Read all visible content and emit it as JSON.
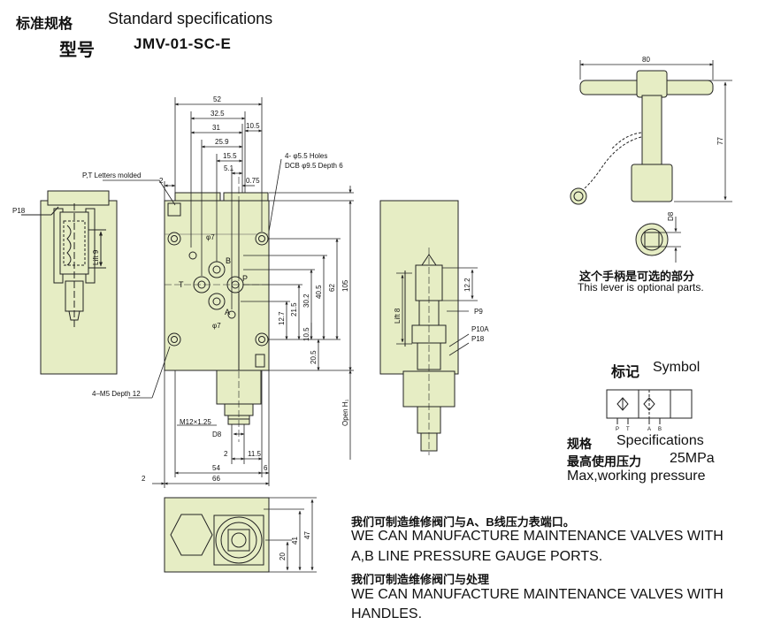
{
  "header": {
    "title_cn": "标准规格",
    "title_en": "Standard specifications",
    "model_label_cn": "型号",
    "model": "JMV-01-SC-E"
  },
  "colors": {
    "body_fill": "#e6edc4",
    "line": "#222222"
  },
  "drawing": {
    "callouts": {
      "pt_letters": "P,T Letters molded",
      "holes": "4- φ5.5 Holes",
      "dcb": "DCB φ9.5 Depth 6",
      "m5": "4–M5 Depth 12",
      "m12": "M12×1.25",
      "d8": "D8",
      "p18_left": "P18",
      "lift9": "Lift 9",
      "lift8": "Lift 8",
      "p9": "P9",
      "p10a": "P10A",
      "p18_right": "P18",
      "open_h": "Open H₁",
      "b": "B",
      "t": "T",
      "p": "P",
      "a": "A",
      "phi7_top": "φ7",
      "phi7_bot": "φ7"
    },
    "dims": {
      "d52": "52",
      "d32_5": "32.5",
      "d31": "31",
      "d10_5": "10.5",
      "d25_9": "25.9",
      "d15_5": "15.5",
      "d5_1": "5.1",
      "d0_75": "0.75",
      "d2_top": "2",
      "d54": "54",
      "d6": "6",
      "d66": "66",
      "d2_left": "2",
      "d2_bot": "2",
      "d11_5": "11.5",
      "d105": "105",
      "d62": "62",
      "d40_5": "40.5",
      "d30_2": "30.2",
      "d21_5": "21.5",
      "d12_7": "12.7",
      "d10_5v": "10.5",
      "d20_5": "20.5",
      "d12_2": "12.2",
      "d41": "41",
      "d47": "47",
      "d20": "20",
      "d80": "80",
      "d77": "77",
      "d8_lever": "D8"
    },
    "symbol_ports": [
      "P",
      "T",
      "A",
      "B"
    ]
  },
  "lever_note": {
    "cn": "这个手柄是可选的部分",
    "en": "This lever is optional parts."
  },
  "symbol": {
    "cn": "标记",
    "en": "Symbol"
  },
  "specs": {
    "label_cn": "规格",
    "label_en": "Specifications",
    "pressure_cn": "最高使用压力",
    "pressure_value": "25MPa",
    "pressure_en": "Max,working pressure"
  },
  "notes": [
    {
      "cn": "我们可制造维修阀门与A、B线压力表端口。",
      "en1": "WE CAN MANUFACTURE MAINTENANCE VALVES WITH",
      "en2": "A,B LINE PRESSURE GAUGE PORTS."
    },
    {
      "cn": "我们可制造维修阀门与处理",
      "en1": "WE CAN MANUFACTURE MAINTENANCE VALVES WITH",
      "en2": "HANDLES."
    }
  ]
}
